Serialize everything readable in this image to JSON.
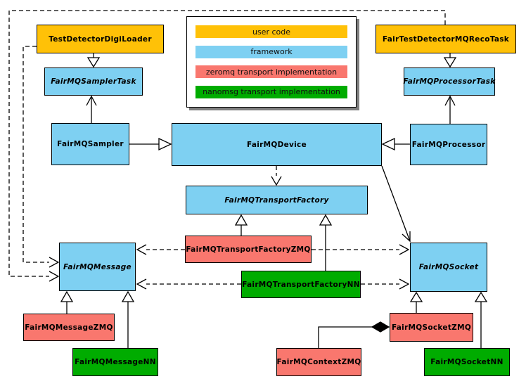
{
  "colors": {
    "user": "#FFC107",
    "framework": "#7ED0F2",
    "zeromq": "#F9776E",
    "nanomsg": "#00AC00",
    "line": "#000000",
    "legend_shadow": "#808080"
  },
  "legend": {
    "items": [
      {
        "label": "user code",
        "color": "#FFC107",
        "key": "user"
      },
      {
        "label": "framework",
        "color": "#7ED0F2",
        "key": "framework"
      },
      {
        "label": "zeromq transport implementation",
        "color": "#F9776E",
        "key": "zeromq"
      },
      {
        "label": "nanomsg transport implementation",
        "color": "#00AC00",
        "key": "nanomsg"
      }
    ]
  },
  "nodes": {
    "testDetectorDigiLoader": {
      "label": "TestDetectorDigiLoader",
      "category": "user",
      "abstract": false
    },
    "fairTestDetectorMQRecoTask": {
      "label": "FairTestDetectorMQRecoTask",
      "category": "user",
      "abstract": false
    },
    "fairMQSamplerTask": {
      "label": "FairMQSamplerTask",
      "category": "framework",
      "abstract": true
    },
    "fairMQProcessorTask": {
      "label": "FairMQProcessorTask",
      "category": "framework",
      "abstract": true
    },
    "fairMQSampler": {
      "label": "FairMQSampler",
      "category": "framework",
      "abstract": false
    },
    "fairMQDevice": {
      "label": "FairMQDevice",
      "category": "framework",
      "abstract": false
    },
    "fairMQProcessor": {
      "label": "FairMQProcessor",
      "category": "framework",
      "abstract": false
    },
    "fairMQTransportFactory": {
      "label": "FairMQTransportFactory",
      "category": "framework",
      "abstract": true
    },
    "fairMQTransportFactoryZMQ": {
      "label": "FairMQTransportFactoryZMQ",
      "category": "zeromq",
      "abstract": false
    },
    "fairMQTransportFactoryNN": {
      "label": "FairMQTransportFactoryNN",
      "category": "nanomsg",
      "abstract": false
    },
    "fairMQMessage": {
      "label": "FairMQMessage",
      "category": "framework",
      "abstract": true
    },
    "fairMQSocket": {
      "label": "FairMQSocket",
      "category": "framework",
      "abstract": true
    },
    "fairMQMessageZMQ": {
      "label": "FairMQMessageZMQ",
      "category": "zeromq",
      "abstract": false
    },
    "fairMQMessageNN": {
      "label": "FairMQMessageNN",
      "category": "nanomsg",
      "abstract": false
    },
    "fairMQSocketZMQ": {
      "label": "FairMQSocketZMQ",
      "category": "zeromq",
      "abstract": false
    },
    "fairMQSocketNN": {
      "label": "FairMQSocketNN",
      "category": "nanomsg",
      "abstract": false
    },
    "fairMQContextZMQ": {
      "label": "FairMQContextZMQ",
      "category": "zeromq",
      "abstract": false
    }
  },
  "edges": [
    {
      "from": "TestDetectorDigiLoader",
      "to": "FairMQSamplerTask",
      "type": "inheritance"
    },
    {
      "from": "FairTestDetectorMQRecoTask",
      "to": "FairMQProcessorTask",
      "type": "inheritance"
    },
    {
      "from": "FairMQSampler",
      "to": "FairMQDevice",
      "type": "inheritance"
    },
    {
      "from": "FairMQProcessor",
      "to": "FairMQDevice",
      "type": "inheritance"
    },
    {
      "from": "FairMQSampler",
      "to": "FairMQSamplerTask",
      "type": "association"
    },
    {
      "from": "FairMQProcessor",
      "to": "FairMQProcessorTask",
      "type": "association"
    },
    {
      "from": "FairMQDevice",
      "to": "FairMQTransportFactory",
      "type": "dependency"
    },
    {
      "from": "FairMQDevice",
      "to": "FairMQSocket",
      "type": "association"
    },
    {
      "from": "FairMQTransportFactoryZMQ",
      "to": "FairMQTransportFactory",
      "type": "inheritance"
    },
    {
      "from": "FairMQTransportFactoryNN",
      "to": "FairMQTransportFactory",
      "type": "inheritance"
    },
    {
      "from": "FairMQTransportFactoryZMQ",
      "to": "FairMQMessage",
      "type": "dependency"
    },
    {
      "from": "FairMQTransportFactoryZMQ",
      "to": "FairMQSocket",
      "type": "dependency"
    },
    {
      "from": "FairMQTransportFactoryNN",
      "to": "FairMQMessage",
      "type": "dependency"
    },
    {
      "from": "FairMQTransportFactoryNN",
      "to": "FairMQSocket",
      "type": "dependency"
    },
    {
      "from": "FairMQMessageZMQ",
      "to": "FairMQMessage",
      "type": "inheritance"
    },
    {
      "from": "FairMQMessageNN",
      "to": "FairMQMessage",
      "type": "inheritance"
    },
    {
      "from": "FairMQSocketZMQ",
      "to": "FairMQSocket",
      "type": "inheritance"
    },
    {
      "from": "FairMQSocketNN",
      "to": "FairMQSocket",
      "type": "inheritance"
    },
    {
      "from": "TestDetectorDigiLoader",
      "to": "FairMQMessage",
      "type": "dependency"
    },
    {
      "from": "FairTestDetectorMQRecoTask",
      "to": "FairMQMessage",
      "type": "dependency"
    },
    {
      "from": "FairMQContextZMQ",
      "to": "FairMQSocketZMQ",
      "type": "composition"
    }
  ]
}
